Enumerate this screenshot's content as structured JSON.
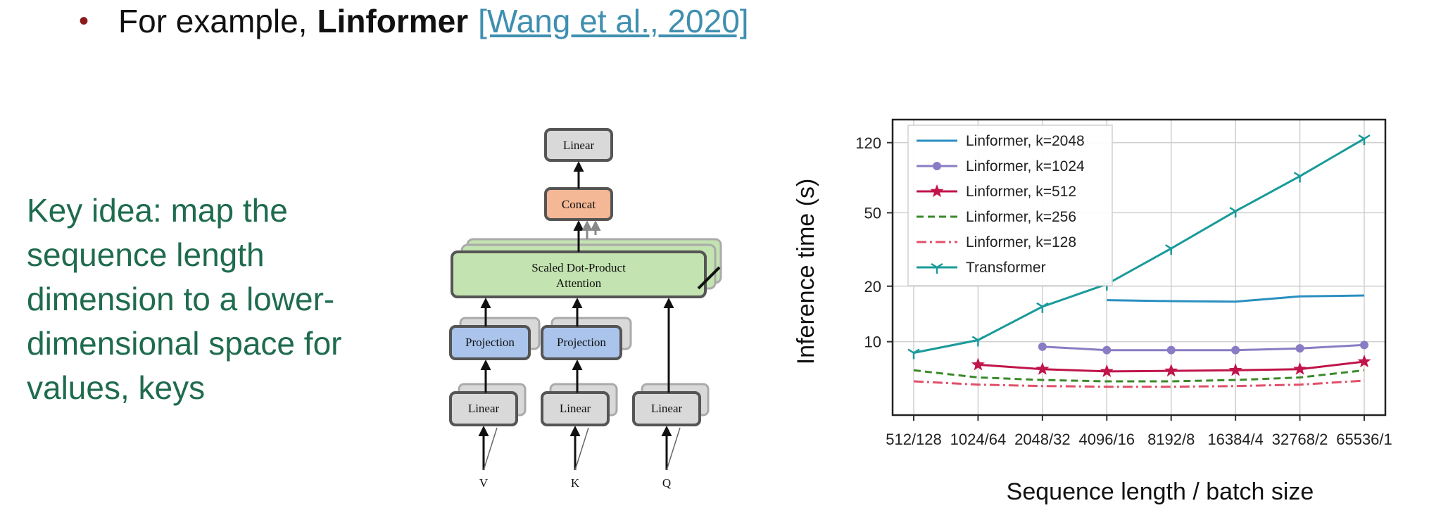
{
  "bullet": {
    "prefix": "For example,",
    "bold": "Linformer",
    "citation": "[Wang et al., 2020]"
  },
  "key_idea": {
    "lines": [
      "Key idea: map the",
      "sequence length",
      "dimension to a lower-",
      "dimensional space for",
      "values, keys"
    ]
  },
  "diagram": {
    "top_linear": "Linear",
    "concat": "Concat",
    "attention_line1": "Scaled Dot-Product",
    "attention_line2": "Attention",
    "projection_v": "Projection",
    "projection_k": "Projection",
    "linear_v": "Linear",
    "linear_k": "Linear",
    "linear_q": "Linear",
    "input_v": "V",
    "input_k": "K",
    "input_q": "Q",
    "colors": {
      "concat": "#f4b896",
      "attention": "#c3e3b0",
      "projection": "#aac4ec",
      "linear": "#d9d9d9"
    }
  },
  "chart_data": {
    "type": "line",
    "xlabel": "Sequence length / batch size",
    "ylabel": "Inference time (s)",
    "y_scale": "log",
    "ylim": [
      4,
      160
    ],
    "categories": [
      "512/128",
      "1024/64",
      "2048/32",
      "4096/16",
      "8192/8",
      "16384/4",
      "32768/2",
      "65536/1"
    ],
    "yticks": [
      10,
      20,
      50,
      120
    ],
    "grid": true,
    "legend_position": "top-left",
    "series": [
      {
        "name": "Linformer, k=2048",
        "color": "#2a8fc0",
        "dash": "",
        "marker": "none",
        "values": [
          null,
          null,
          null,
          16.8,
          16.6,
          16.5,
          17.6,
          17.8
        ]
      },
      {
        "name": "Linformer, k=1024",
        "color": "#8a7cc4",
        "dash": "",
        "marker": "dot",
        "values": [
          null,
          null,
          9.4,
          9.0,
          9.0,
          9.0,
          9.2,
          9.6
        ]
      },
      {
        "name": "Linformer, k=512",
        "color": "#c0144a",
        "dash": "",
        "marker": "star",
        "values": [
          null,
          7.5,
          7.1,
          6.9,
          6.95,
          7.0,
          7.1,
          7.8
        ]
      },
      {
        "name": "Linformer, k=256",
        "color": "#3a8a2a",
        "dash": "10,6",
        "marker": "none",
        "values": [
          7.0,
          6.4,
          6.2,
          6.1,
          6.1,
          6.2,
          6.4,
          7.0
        ]
      },
      {
        "name": "Linformer, k=128",
        "color": "#e0506a",
        "dash": "14,5,3,5",
        "marker": "none",
        "values": [
          6.1,
          5.85,
          5.75,
          5.7,
          5.7,
          5.75,
          5.85,
          6.15
        ]
      },
      {
        "name": "Transformer",
        "color": "#1a9a9a",
        "dash": "",
        "marker": "tri",
        "values": [
          8.7,
          10.2,
          15.5,
          20.5,
          32,
          51,
          79,
          126
        ]
      }
    ]
  }
}
